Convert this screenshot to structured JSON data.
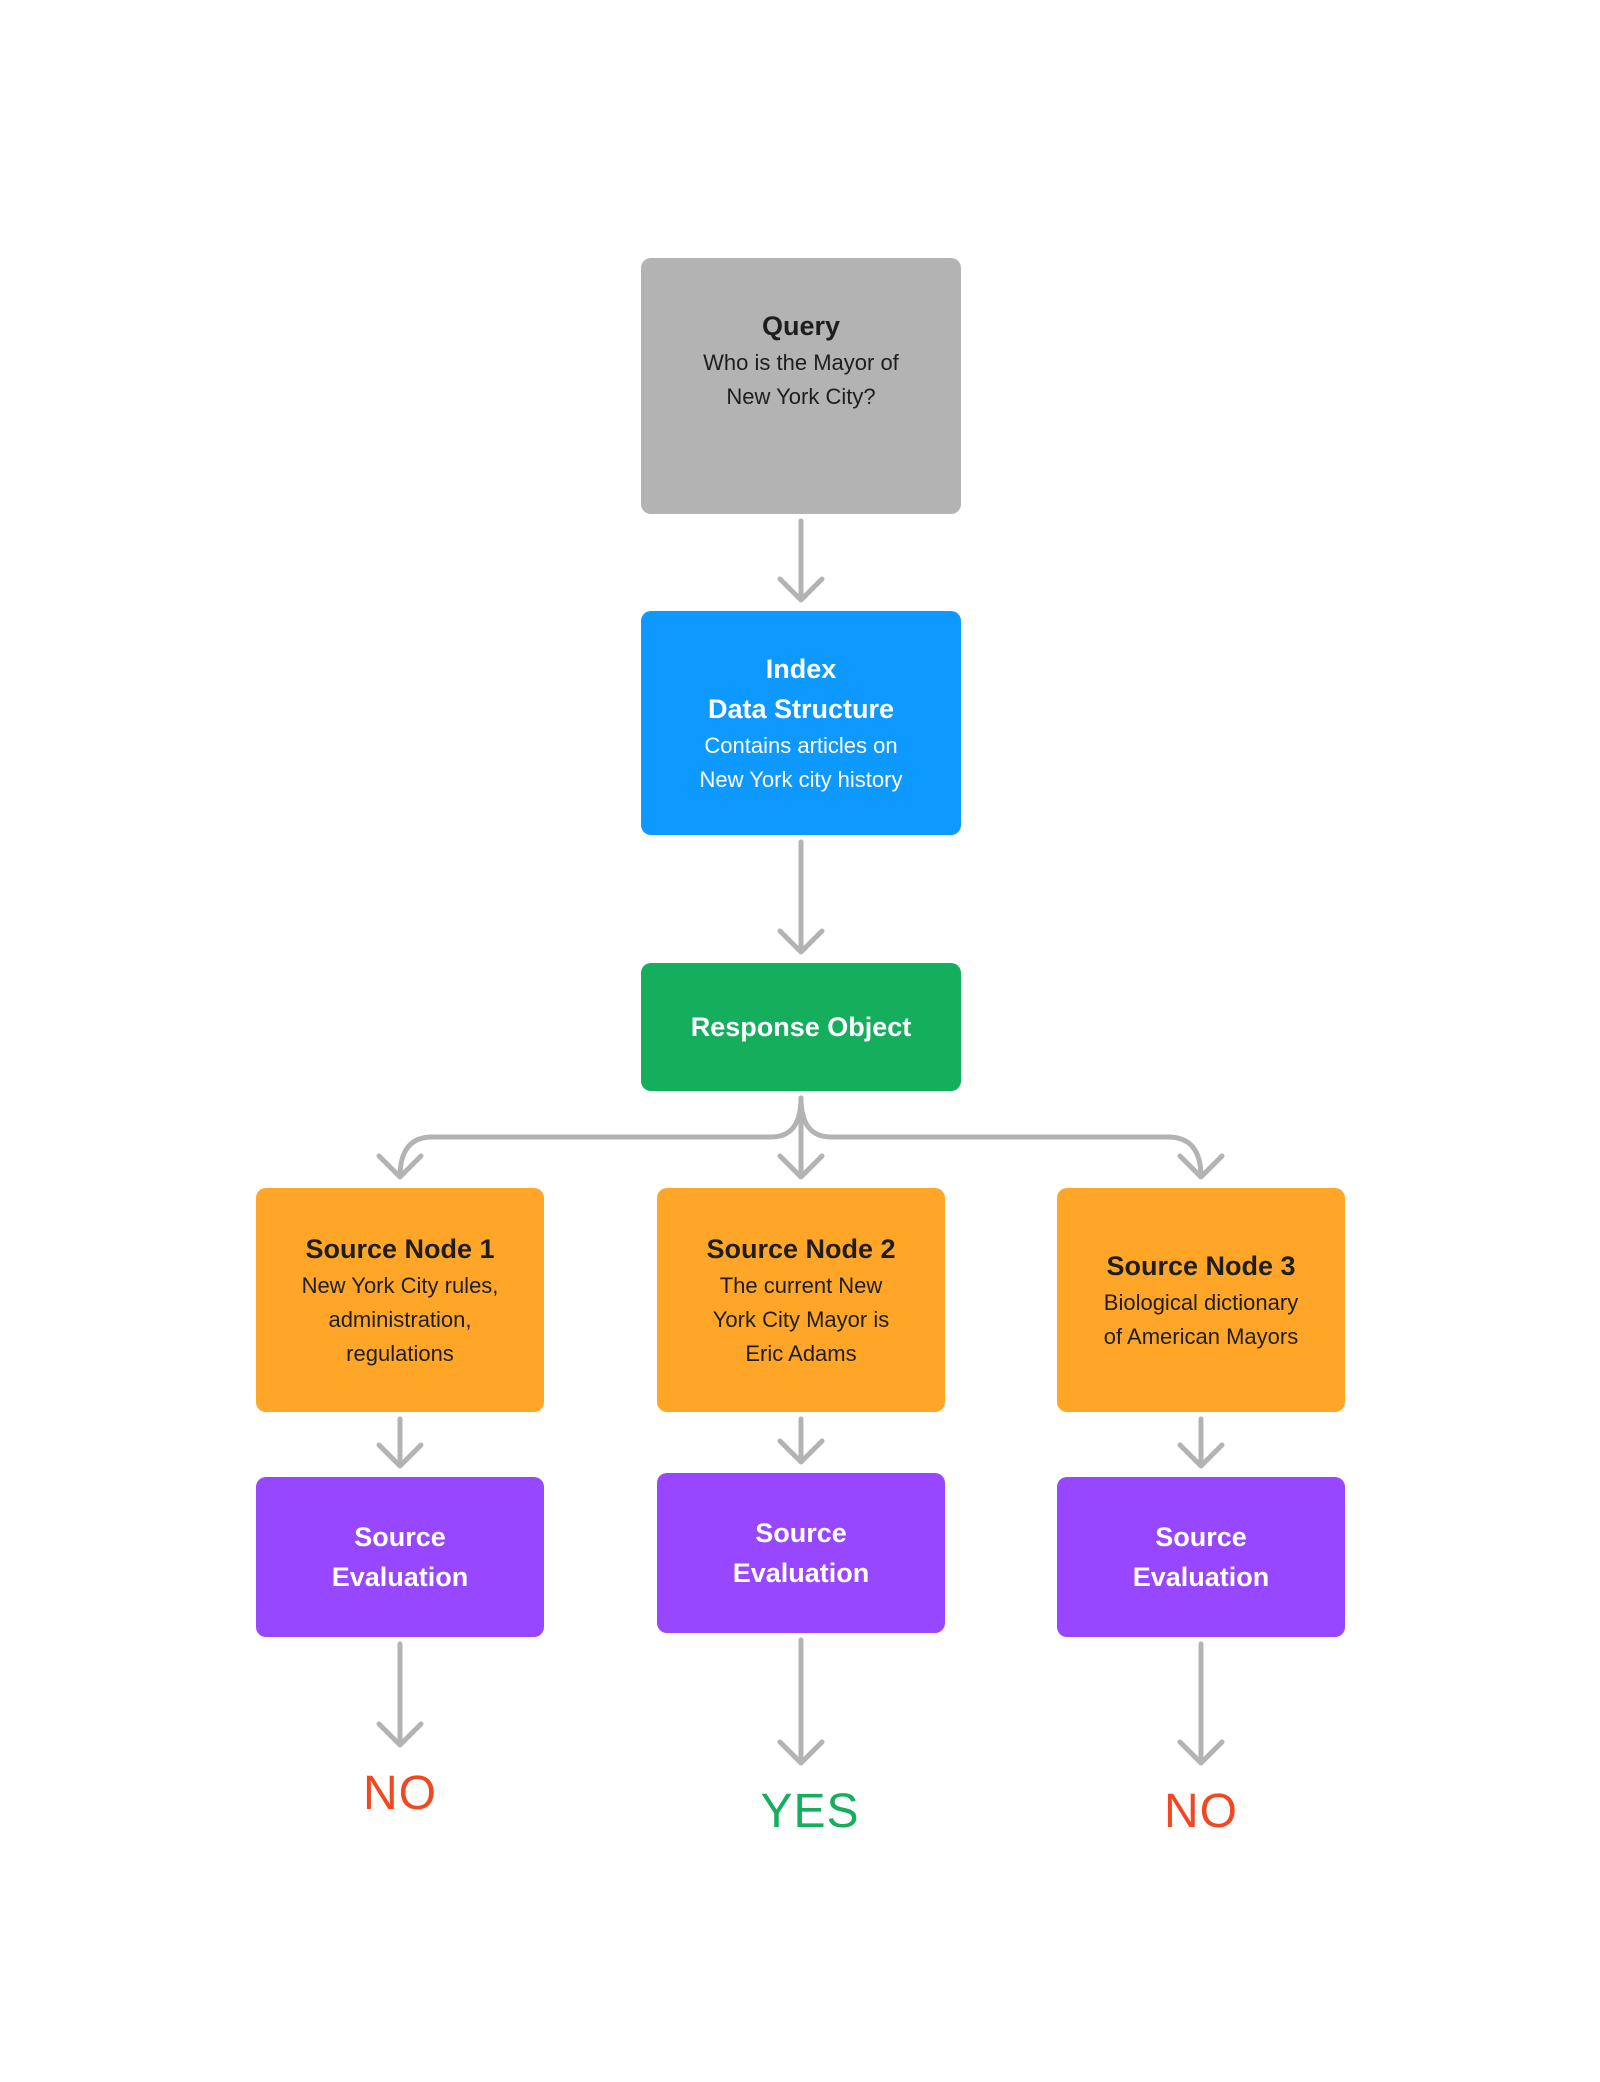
{
  "colors": {
    "query": "#b3b3b3",
    "index": "#0d99ff",
    "response": "#14ae5c",
    "source": "#ffa629",
    "evaluation": "#9747ff",
    "arrow": "#b3b3b3",
    "no": "#f24822",
    "yes": "#14ae5c"
  },
  "query": {
    "title": "Query",
    "lines": [
      "Who is the Mayor of",
      "New York City?"
    ]
  },
  "index": {
    "title_lines": [
      "Index",
      "Data Structure"
    ],
    "lines": [
      "Contains articles on",
      "New York city history"
    ]
  },
  "response": {
    "title": "Response Object"
  },
  "sources": [
    {
      "title": "Source Node 1",
      "lines": [
        "New York City rules,",
        "administration,",
        "regulations"
      ]
    },
    {
      "title": "Source Node 2",
      "lines": [
        "The current New",
        "York City Mayor is",
        "Eric Adams"
      ]
    },
    {
      "title": "Source Node 3",
      "lines": [
        "Biological dictionary",
        "of American Mayors"
      ]
    }
  ],
  "evaluations": [
    {
      "title_lines": [
        "Source",
        "Evaluation"
      ]
    },
    {
      "title_lines": [
        "Source",
        "Evaluation"
      ]
    },
    {
      "title_lines": [
        "Source",
        "Evaluation"
      ]
    }
  ],
  "verdicts": [
    {
      "label": "NO",
      "kind": "no"
    },
    {
      "label": "YES",
      "kind": "yes"
    },
    {
      "label": "NO",
      "kind": "no"
    }
  ]
}
